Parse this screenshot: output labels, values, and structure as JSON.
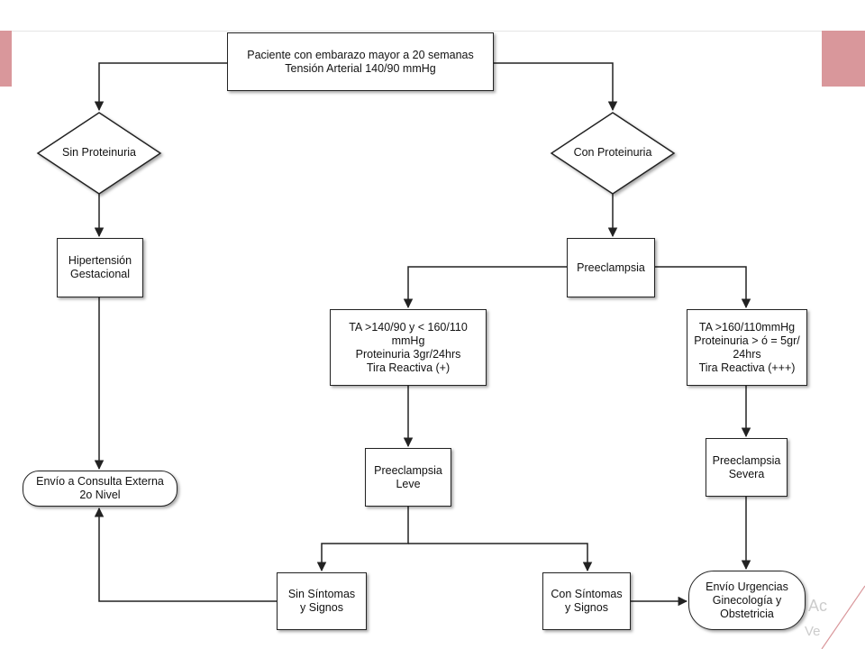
{
  "nodes": {
    "start": {
      "line1": "Paciente con embarazo mayor a 20 semanas",
      "line2": "Tensión Arterial  140/90 mmHg"
    },
    "sin_proteinuria": {
      "label": "Sin Proteinuria"
    },
    "con_proteinuria": {
      "label": "Con Proteinuria"
    },
    "hipertension": {
      "line1": "Hipertensión",
      "line2": "Gestacional"
    },
    "preeclampsia": {
      "label": "Preeclampsia"
    },
    "ta_leve": {
      "line1": "TA  >140/90 y < 160/110",
      "line2": "mmHg",
      "line3": "Proteinuria 3gr/24hrs",
      "line4": "Tira Reactiva (+)"
    },
    "ta_severa": {
      "line1": "TA  >160/110mmHg",
      "line2": "Proteinuria > ó = 5gr/",
      "line3": "24hrs",
      "line4": "Tira Reactiva (+++)"
    },
    "consulta_externa": {
      "line1": "Envío a Consulta Externa",
      "line2": "2o Nivel"
    },
    "preeclampsia_leve": {
      "line1": "Preeclampsia",
      "line2": "Leve"
    },
    "preeclampsia_severa": {
      "line1": "Preeclampsia",
      "line2": "Severa"
    },
    "sin_sintomas": {
      "line1": "Sin Síntomas",
      "line2": "y Signos"
    },
    "con_sintomas": {
      "line1": "Con Síntomas",
      "line2": "y Signos"
    },
    "urgencias": {
      "line1": "Envío Urgencias",
      "line2": "Ginecología y",
      "line3": "Obstetricia"
    }
  },
  "watermark": {
    "line1": "Ac",
    "line2": "Ve"
  },
  "colors": {
    "accent": "#d9979b",
    "stroke": "#222222"
  }
}
